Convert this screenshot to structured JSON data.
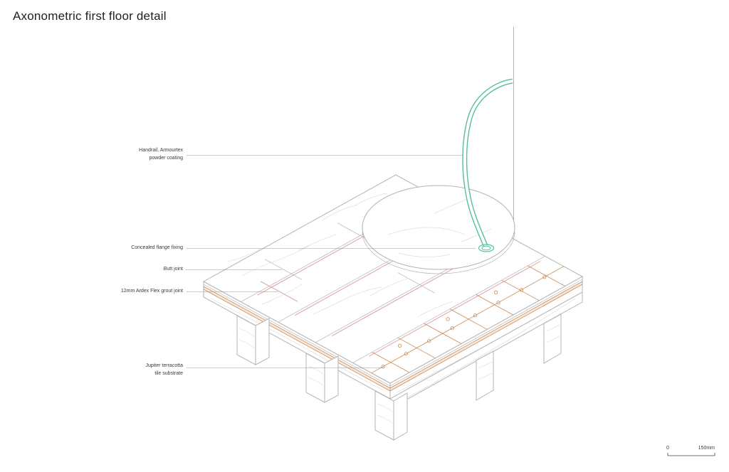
{
  "title": "Axonometric first floor detail",
  "annotations": {
    "handrail": "Handrail, Armourtex\npowder coating",
    "flange": "Concealed flange fixing",
    "butt_joint": "Butt joint",
    "grout": "12mm Ardex Flex grout joint",
    "substrate": "Jupiter terracotta\ntile substrate"
  },
  "scale_bar": {
    "zero": "0",
    "max": "150mm"
  },
  "colors": {
    "handrail": "#56bfa2",
    "grout": "#dda1a1",
    "terracotta": "#cc8a52",
    "drawing-line": "#b3b3b3",
    "ink": "#1f1f1f"
  }
}
